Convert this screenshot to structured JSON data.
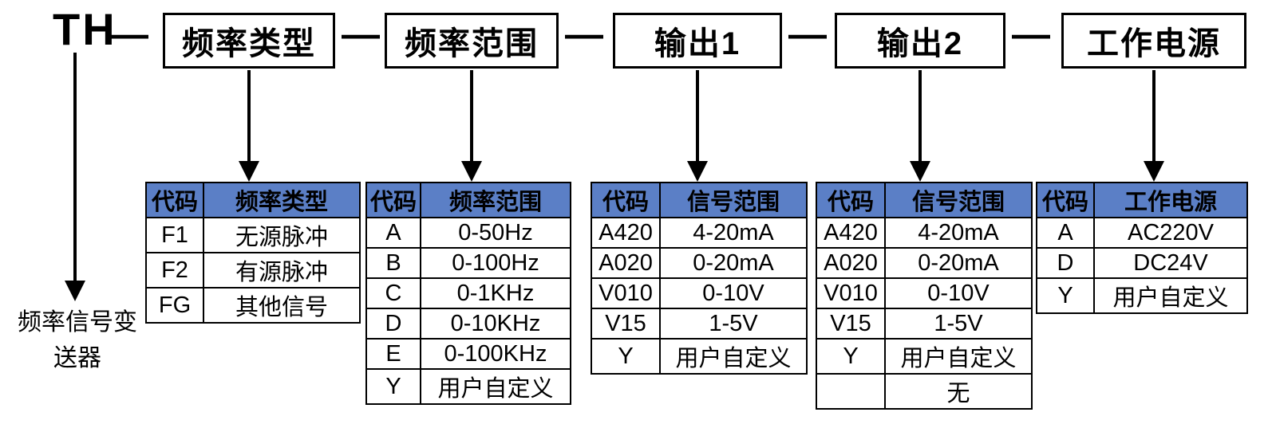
{
  "title_prefix": "TH",
  "separator": "—",
  "colors": {
    "header_bg": "#5b7fc6",
    "line": "#000000"
  },
  "top_boxes": [
    {
      "label": "频率类型"
    },
    {
      "label": "频率范围"
    },
    {
      "label": "输出1"
    },
    {
      "label": "输出2"
    },
    {
      "label": "工作电源"
    }
  ],
  "footnote": {
    "line1": "频率信号变",
    "line2": "送器"
  },
  "tables": [
    {
      "name": "frequency-type",
      "headers": [
        "代码",
        "频率类型"
      ],
      "rows": [
        [
          "F1",
          "无源脉冲"
        ],
        [
          "F2",
          "有源脉冲"
        ],
        [
          "FG",
          "其他信号"
        ]
      ]
    },
    {
      "name": "frequency-range",
      "headers": [
        "代码",
        "频率范围"
      ],
      "rows": [
        [
          "A",
          "0-50Hz"
        ],
        [
          "B",
          "0-100Hz"
        ],
        [
          "C",
          "0-1KHz"
        ],
        [
          "D",
          "0-10KHz"
        ],
        [
          "E",
          "0-100KHz"
        ],
        [
          "Y",
          "用户自定义"
        ]
      ]
    },
    {
      "name": "output1-signal-range",
      "headers": [
        "代码",
        "信号范围"
      ],
      "rows": [
        [
          "A420",
          "4-20mA"
        ],
        [
          "A020",
          "0-20mA"
        ],
        [
          "V010",
          "0-10V"
        ],
        [
          "V15",
          "1-5V"
        ],
        [
          "Y",
          "用户自定义"
        ]
      ]
    },
    {
      "name": "output2-signal-range",
      "headers": [
        "代码",
        "信号范围"
      ],
      "rows": [
        [
          "A420",
          "4-20mA"
        ],
        [
          "A020",
          "0-20mA"
        ],
        [
          "V010",
          "0-10V"
        ],
        [
          "V15",
          "1-5V"
        ],
        [
          "Y",
          "用户自定义"
        ],
        [
          "",
          "无"
        ]
      ]
    },
    {
      "name": "working-power",
      "headers": [
        "代码",
        "工作电源"
      ],
      "rows": [
        [
          "A",
          "AC220V"
        ],
        [
          "D",
          "DC24V"
        ],
        [
          "Y",
          "用户自定义"
        ]
      ]
    }
  ]
}
